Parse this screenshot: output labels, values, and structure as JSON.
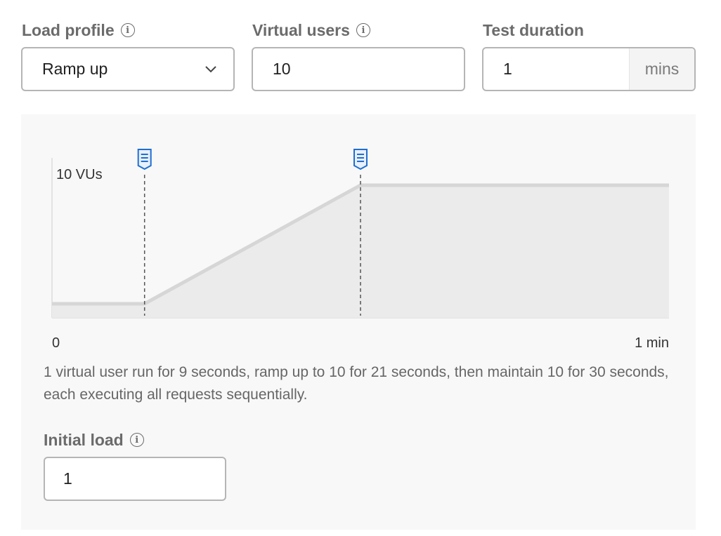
{
  "load_profile": {
    "label": "Load profile",
    "value": "Ramp up"
  },
  "virtual_users": {
    "label": "Virtual users",
    "value": "10"
  },
  "test_duration": {
    "label": "Test duration",
    "value": "1",
    "unit": "mins"
  },
  "chart_data": {
    "type": "area",
    "x_unit": "seconds",
    "x": [
      0,
      9,
      30,
      60
    ],
    "values": [
      1,
      1,
      10,
      10
    ],
    "xlim": [
      0,
      60
    ],
    "ylim": [
      0,
      10
    ],
    "y_max_label": "10 VUs",
    "x_start_label": "0",
    "x_end_label": "1 min",
    "markers_at": [
      9,
      30
    ],
    "colors": {
      "line": "#d6d6d6",
      "fill": "#ebebeb",
      "marker": "#1f6fd1"
    }
  },
  "description": "1 virtual user run for 9 seconds, ramp up to 10 for 21 seconds, then maintain 10 for 30 seconds, each executing all requests sequentially.",
  "initial_load": {
    "label": "Initial load",
    "value": "1"
  },
  "icons": {
    "info": "info-icon",
    "dropdown": "chevron-down-icon",
    "marker": "marker-flag-icon"
  }
}
